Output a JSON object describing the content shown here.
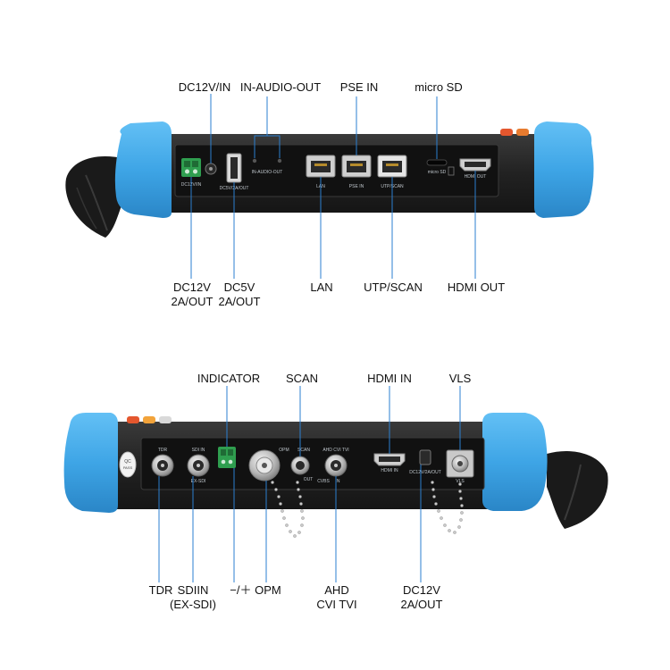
{
  "top_panel": {
    "callouts_above": {
      "dc12v_in": "DC12V/IN",
      "in_audio_out": "IN-AUDIO-OUT",
      "pse_in": "PSE IN",
      "micro_sd": "micro SD"
    },
    "callouts_below": {
      "dc12v_out_line1": "DC12V",
      "dc12v_out_line2": "2A/OUT",
      "dc5v_out_line1": "DC5V",
      "dc5v_out_line2": "2A/OUT",
      "lan": "LAN",
      "utp_scan": "UTP/SCAN",
      "hdmi_out": "HDMI  OUT"
    },
    "silkscreen": {
      "dc12v_in": "DC12V/IN",
      "dc5v_out": "DC5V/2A/OUT",
      "in_audio_out": "IN-AUDIO-OUT",
      "lan": "LAN",
      "pse_in": "PSE IN",
      "utp_scan": "UTP/SCAN",
      "micro_sd": "micro SD",
      "hdmi_out": "HDMI OUT"
    }
  },
  "bottom_panel": {
    "callouts_above": {
      "indicator": "INDICATOR",
      "scan": "SCAN",
      "hdmi_in": "HDMI IN",
      "vls": "VLS"
    },
    "callouts_below": {
      "tdr": "TDR",
      "sdi_in_line1": "SDIIN",
      "sdi_in_line2": "(EX-SDI)",
      "polarity_opm": "−/＋  OPM",
      "ahd_line1": "AHD",
      "ahd_line2": "CVI TVI",
      "dc12v_out_line1": "DC12V",
      "dc12v_out_line2": "2A/OUT"
    },
    "silkscreen": {
      "tdr": "TDR",
      "sdi_in": "SDI IN",
      "ex_sdi": "EX-SDI",
      "opm": "OPM",
      "scan": "SCAN",
      "ahd": "AHD CVI TVI",
      "cvbs": "CVBS",
      "out": "OUT",
      "in": "IN",
      "hdmi_in": "HDMI IN",
      "dc12v_out": "DC12V/2A/OUT",
      "vls": "VLS",
      "qc": "QC",
      "pass": "PASS"
    }
  },
  "colors": {
    "bumper_blue": "#3ea5e6",
    "body_dark": "#232323",
    "panel_black": "#121212",
    "green_terminal": "#2f9e4f",
    "leader_line": "#2b7fd0",
    "strap": "#1a1a1a"
  }
}
